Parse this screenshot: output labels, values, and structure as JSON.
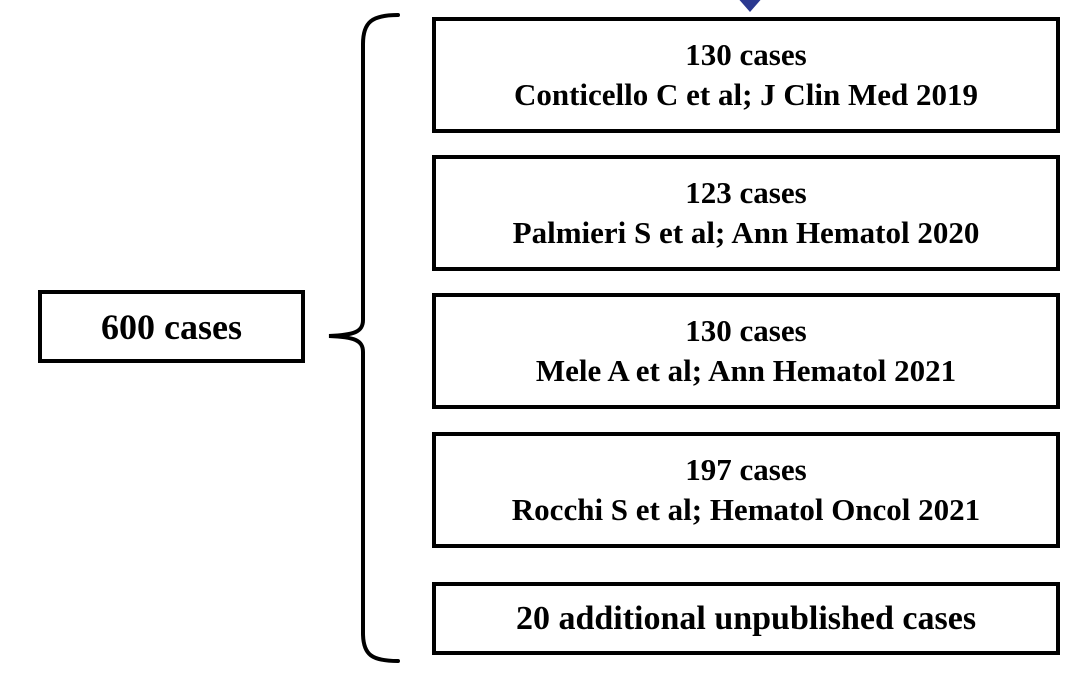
{
  "diagram": {
    "arrow_color": "#2b3990",
    "line_color": "#000000",
    "source_box": {
      "label": "600 cases"
    },
    "study_boxes": [
      {
        "cases": "130 cases",
        "citation": "Conticello C et al; J Clin Med 2019"
      },
      {
        "cases": "123 cases",
        "citation": "Palmieri S et al; Ann Hematol 2020"
      },
      {
        "cases": "130 cases",
        "citation": "Mele A et al; Ann Hematol 2021"
      },
      {
        "cases": "197 cases",
        "citation": "Rocchi S et al; Hematol Oncol 2021"
      },
      {
        "cases": "20 additional unpublished cases",
        "citation": ""
      }
    ]
  }
}
